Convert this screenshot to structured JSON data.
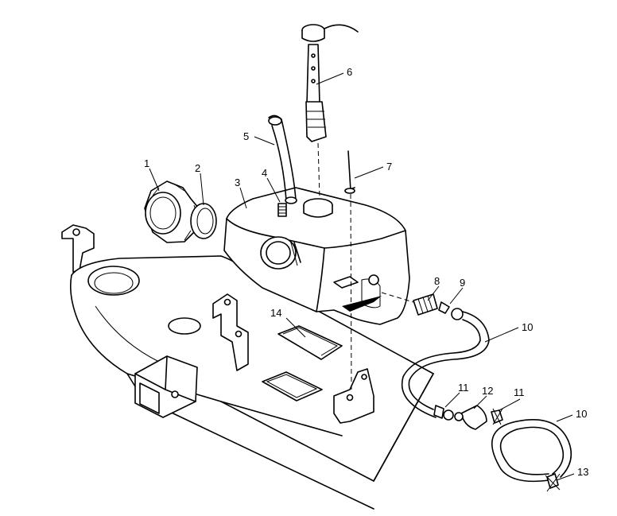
{
  "callouts": [
    {
      "id": "1",
      "label": "1"
    },
    {
      "id": "2",
      "label": "2"
    },
    {
      "id": "3",
      "label": "3"
    },
    {
      "id": "4",
      "label": "4"
    },
    {
      "id": "5",
      "label": "5"
    },
    {
      "id": "6",
      "label": "6"
    },
    {
      "id": "7",
      "label": "7"
    },
    {
      "id": "8",
      "label": "8"
    },
    {
      "id": "9",
      "label": "9"
    },
    {
      "id": "10a",
      "label": "10"
    },
    {
      "id": "10b",
      "label": "10"
    },
    {
      "id": "11a",
      "label": "11"
    },
    {
      "id": "11b",
      "label": "11"
    },
    {
      "id": "12",
      "label": "12"
    },
    {
      "id": "13",
      "label": "13"
    },
    {
      "id": "14",
      "label": "14"
    }
  ]
}
